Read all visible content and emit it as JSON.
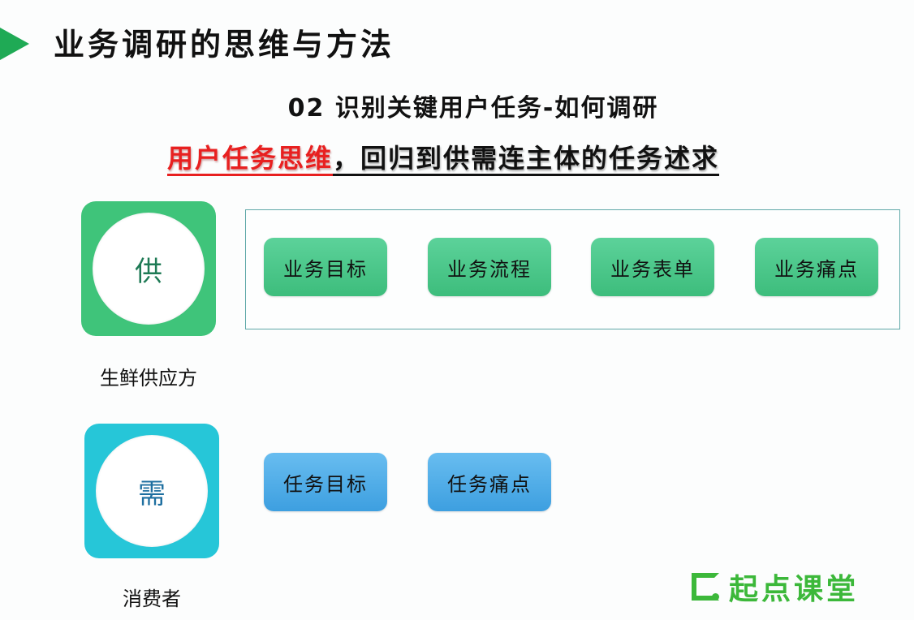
{
  "header": {
    "title": "业务调研的思维与方法",
    "arrow_icon_color": "#1faa55"
  },
  "subtitle": "02 识别关键用户任务-如何调研",
  "tagline": {
    "highlight": "用户任务思维",
    "rest": "，回归到供需连主体的任务述求",
    "highlight_color": "#e82020"
  },
  "supply": {
    "glyph": "供",
    "label": "生鲜供应方",
    "tile_color": "#3fc47a",
    "tasks": [
      "业务目标",
      "业务流程",
      "业务表单",
      "业务痛点"
    ]
  },
  "demand": {
    "glyph": "需",
    "label": "消费者",
    "tile_color": "#26c6d8",
    "tasks": [
      "任务目标",
      "任务痛点"
    ]
  },
  "logo": {
    "text": "起点课堂",
    "color": "#3cb83a"
  }
}
